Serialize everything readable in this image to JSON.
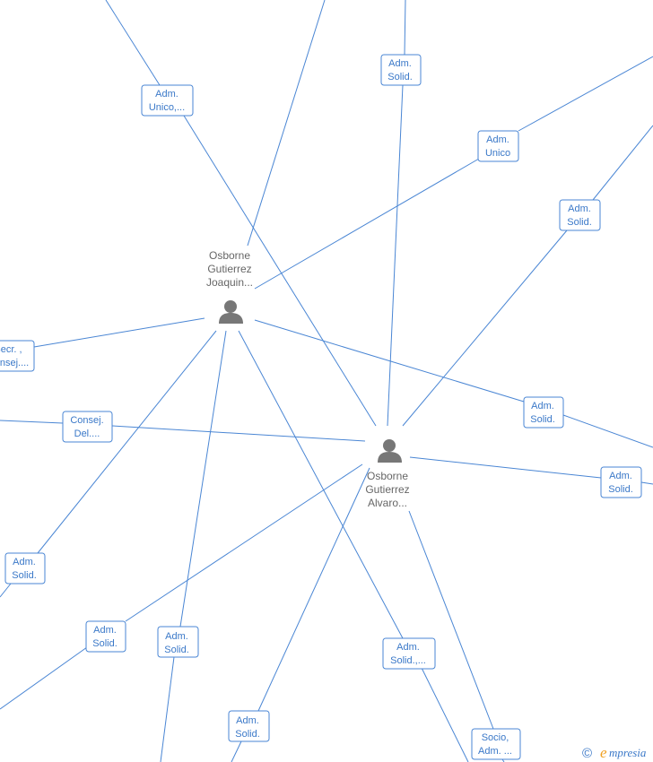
{
  "persons": [
    {
      "id": "joaquin",
      "lines": [
        "Osborne",
        "Gutierrez",
        "Joaquin..."
      ]
    },
    {
      "id": "alvaro",
      "lines": [
        "Osborne",
        "Gutierrez",
        "Alvaro..."
      ]
    }
  ],
  "relations": [
    {
      "id": "r1",
      "lines": [
        "Adm.",
        "Unico,..."
      ]
    },
    {
      "id": "r2",
      "lines": [
        "Adm.",
        "Solid."
      ]
    },
    {
      "id": "r3",
      "lines": [
        "Adm.",
        "Unico"
      ]
    },
    {
      "id": "r4",
      "lines": [
        "Adm.",
        "Solid."
      ]
    },
    {
      "id": "r5",
      "lines": [
        "Secr. ,",
        "Consej...."
      ]
    },
    {
      "id": "r6",
      "lines": [
        "Consej.",
        "Del...."
      ]
    },
    {
      "id": "r7",
      "lines": [
        "Adm.",
        "Solid."
      ]
    },
    {
      "id": "r8",
      "lines": [
        "Adm.",
        "Solid."
      ]
    },
    {
      "id": "r9",
      "lines": [
        "Adm.",
        "Solid."
      ]
    },
    {
      "id": "r10",
      "lines": [
        "Adm.",
        "Solid."
      ]
    },
    {
      "id": "r11",
      "lines": [
        "Adm.",
        "Solid."
      ]
    },
    {
      "id": "r12",
      "lines": [
        "Adm.",
        "Solid.,..."
      ]
    },
    {
      "id": "r13",
      "lines": [
        "Adm.",
        "Solid."
      ]
    },
    {
      "id": "r14",
      "lines": [
        "Socio,",
        "Adm. ..."
      ]
    }
  ],
  "logo": {
    "copyright": "©",
    "e": "e",
    "rest": "mpresia"
  }
}
